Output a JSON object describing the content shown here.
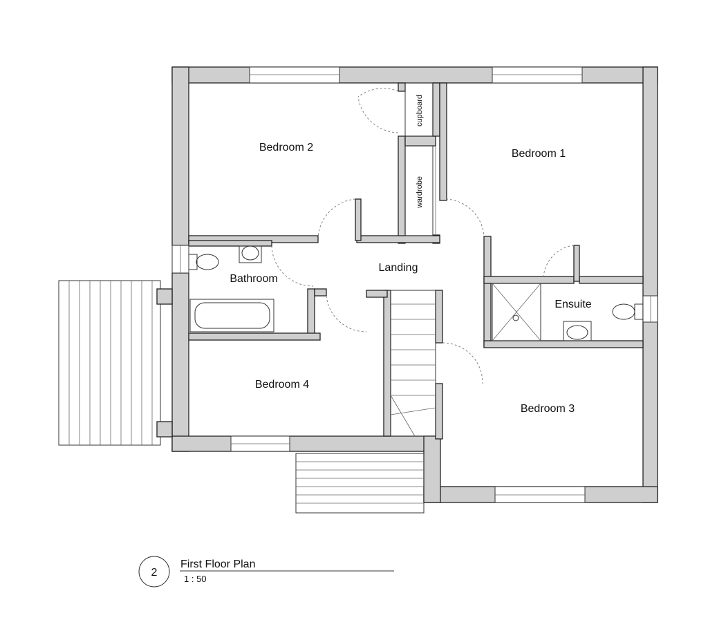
{
  "plan": {
    "rooms": {
      "bedroom1": "Bedroom 1",
      "bedroom2": "Bedroom 2",
      "bedroom3": "Bedroom 3",
      "bedroom4": "Bedroom 4",
      "bathroom": "Bathroom",
      "landing": "Landing",
      "ensuite": "Ensuite",
      "cupboard": "cupboard",
      "wardrobe": "wardrobe"
    },
    "title_block": {
      "number": "2",
      "title": "First Floor Plan",
      "scale": "1 : 50"
    }
  }
}
